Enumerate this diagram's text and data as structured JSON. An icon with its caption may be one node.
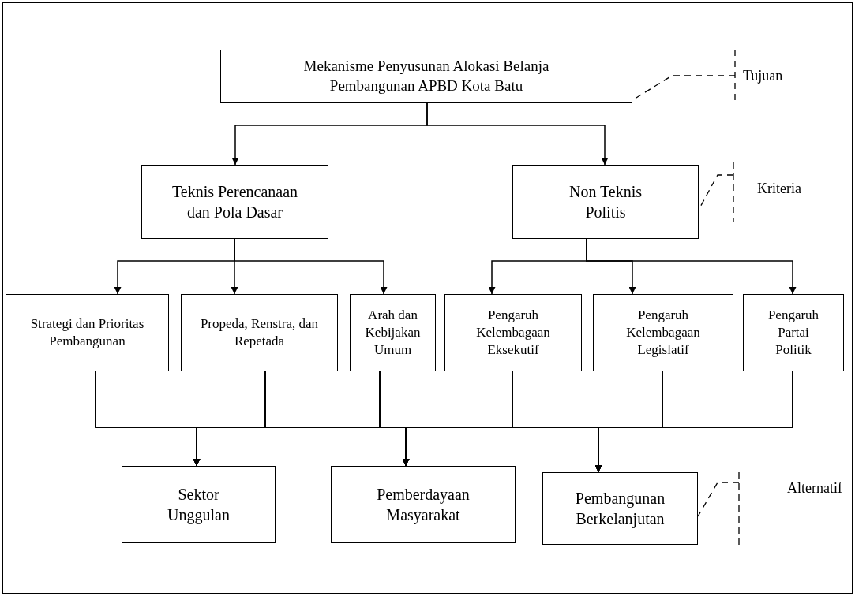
{
  "diagram": {
    "nodes": [
      {
        "text": [
          "Mekanisme Penyusunan Alokasi Belanja Pembangunan APBD Kota Batu"
        ]
      },
      {
        "text": [
          "Teknis Perencanaan dan Pola Dasar"
        ]
      },
      {
        "text": [
          "Non Teknis Politis"
        ]
      },
      {
        "text": [
          "Strategi dan Prioritas Pembangunan"
        ]
      },
      {
        "text": [
          "Propeda, Renstra, dan Repetada"
        ]
      },
      {
        "text": [
          "Arah dan Kebijakan Umum"
        ]
      },
      {
        "text": [
          "Pengaruh Kelembagaan Eksekutif"
        ]
      },
      {
        "text": [
          "Pengaruh Kelembagaan Legislatif"
        ]
      },
      {
        "text": [
          "Pengaruh Partai Politik"
        ]
      },
      {
        "text": [
          "Sektor Unggulan"
        ]
      },
      {
        "text": [
          "Pemberdayaan Masyarakat"
        ]
      },
      {
        "text": [
          "Pembangunan Berkelanjutan"
        ]
      },
      {
        "text": [
          "Tujuan"
        ]
      },
      {
        "text": [
          "Kriteria"
        ]
      },
      {
        "text": [
          "Alternatif"
        ]
      }
    ],
    "edges": [
      {
        "from": 0,
        "to": 1,
        "arrow": "to"
      },
      {
        "from": 0,
        "to": 2,
        "arrow": "to"
      },
      {
        "from": 1,
        "to": 3,
        "arrow": "to"
      },
      {
        "from": 1,
        "to": 4,
        "arrow": "to"
      },
      {
        "from": 1,
        "to": 5,
        "arrow": "to"
      },
      {
        "from": 2,
        "to": 6,
        "arrow": "to"
      },
      {
        "from": 2,
        "to": 7,
        "arrow": "to"
      },
      {
        "from": 2,
        "to": 8,
        "arrow": "to"
      },
      {
        "from": 3,
        "to": 9,
        "arrow": "to"
      },
      {
        "from": 3,
        "to": 10,
        "arrow": "to"
      },
      {
        "from": 3,
        "to": 11,
        "arrow": "to"
      },
      {
        "from": 4,
        "to": 9,
        "arrow": "to"
      },
      {
        "from": 4,
        "to": 10,
        "arrow": "to"
      },
      {
        "from": 4,
        "to": 11,
        "arrow": "to"
      },
      {
        "from": 5,
        "to": 9,
        "arrow": "to"
      },
      {
        "from": 5,
        "to": 10,
        "arrow": "to"
      },
      {
        "from": 5,
        "to": 11,
        "arrow": "to"
      },
      {
        "from": 6,
        "to": 9,
        "arrow": "to"
      },
      {
        "from": 6,
        "to": 10,
        "arrow": "to"
      },
      {
        "from": 6,
        "to": 11,
        "arrow": "to"
      },
      {
        "from": 7,
        "to": 9,
        "arrow": "to"
      },
      {
        "from": 7,
        "to": 10,
        "arrow": "to"
      },
      {
        "from": 7,
        "to": 11,
        "arrow": "to"
      },
      {
        "from": 8,
        "to": 9,
        "arrow": "to"
      },
      {
        "from": 8,
        "to": 10,
        "arrow": "to"
      },
      {
        "from": 8,
        "to": 11,
        "arrow": "to"
      },
      {
        "from": 12,
        "to": 0,
        "arrow": "none",
        "style": "dashed"
      },
      {
        "from": 13,
        "to": 2,
        "arrow": "none",
        "style": "dashed"
      },
      {
        "from": 14,
        "to": 11,
        "arrow": "none",
        "style": "dashed"
      }
    ]
  }
}
